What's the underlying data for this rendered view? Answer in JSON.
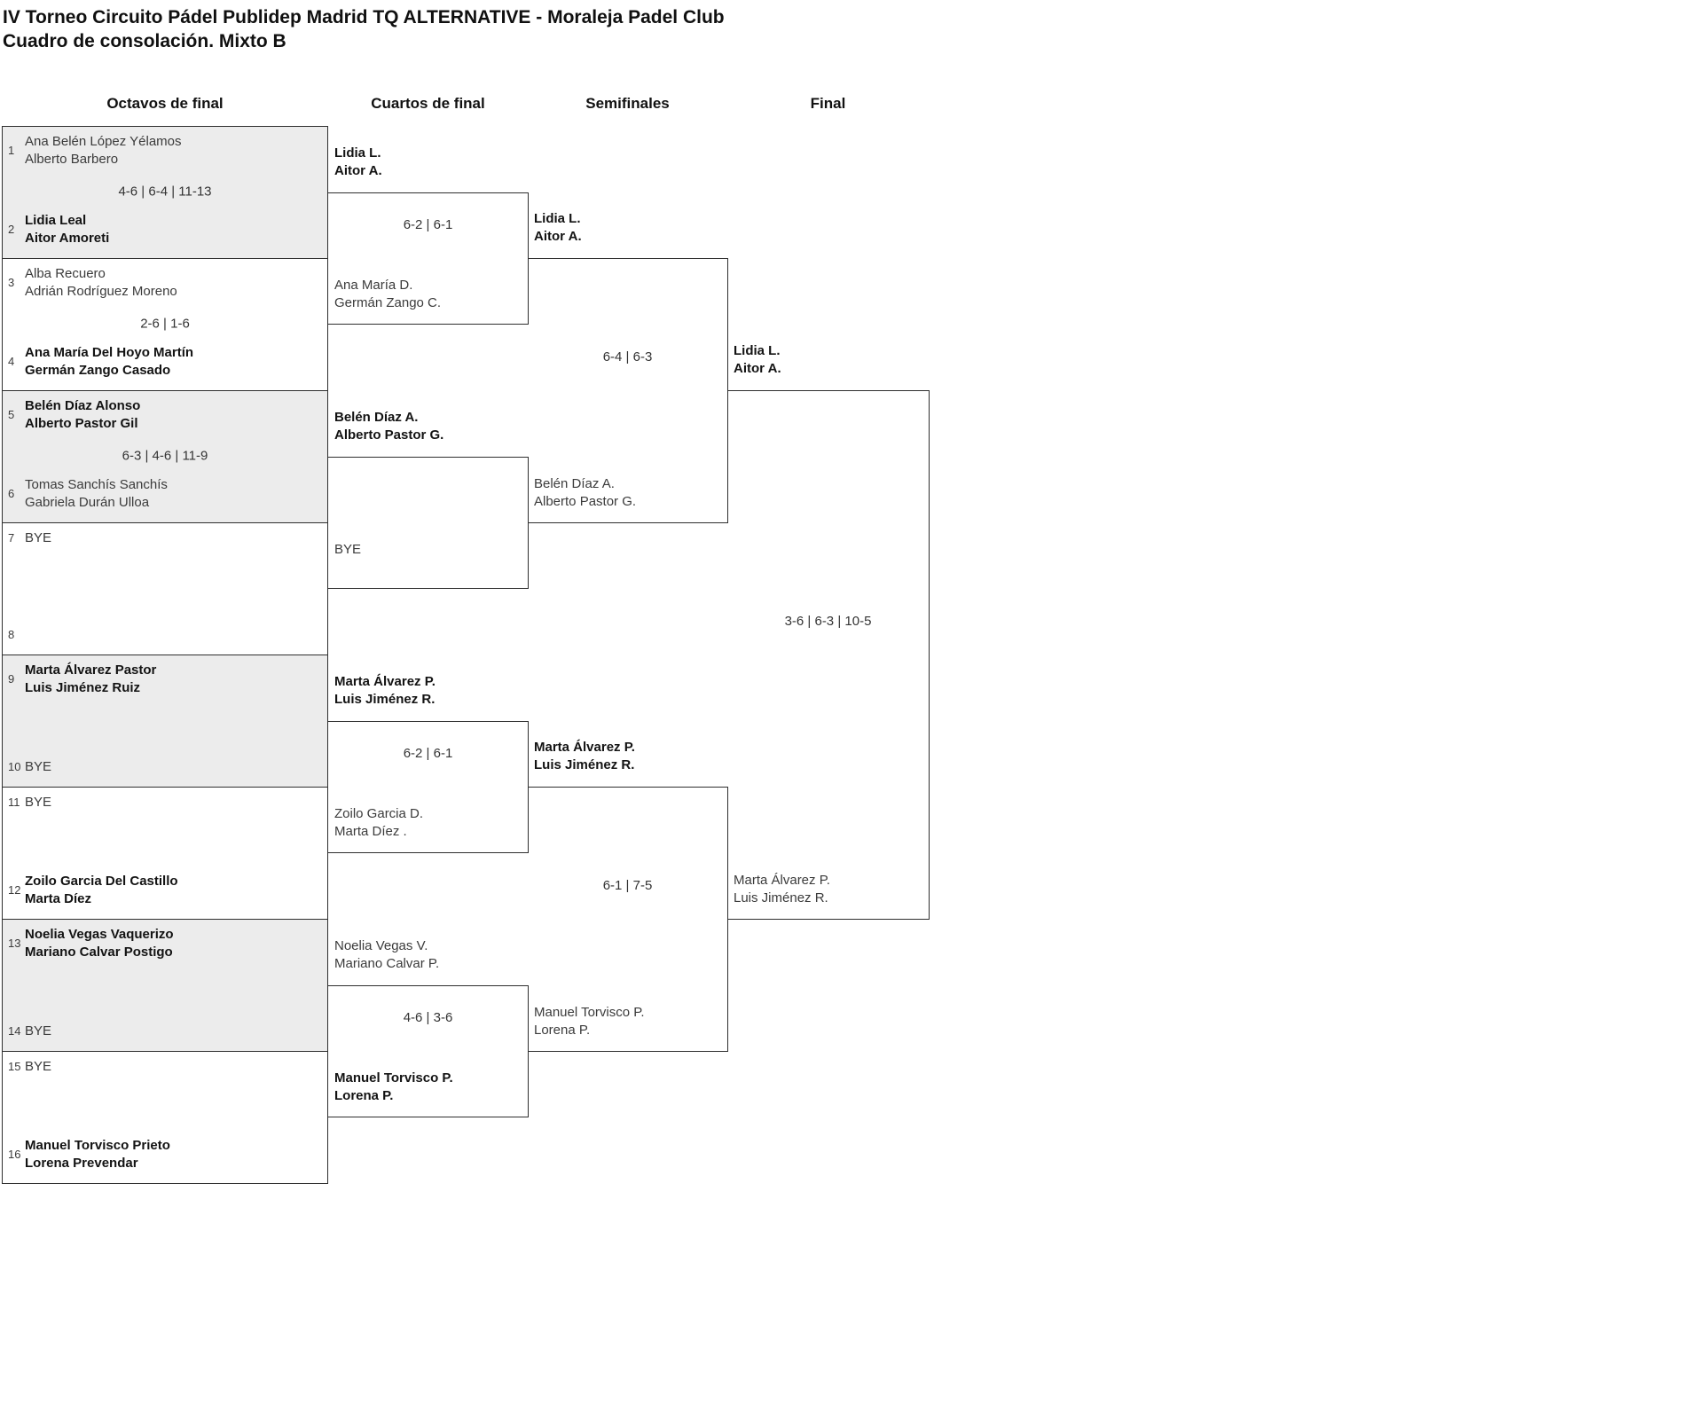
{
  "title": "IV Torneo Circuito Pádel Publidep Madrid TQ ALTERNATIVE - Moraleja Padel Club",
  "subtitle": "Cuadro de consolación. Mixto B",
  "rounds": [
    "Octavos de final",
    "Cuartos de final",
    "Semifinales",
    "Final"
  ],
  "octavos": [
    {
      "shaded": true,
      "top": {
        "seed": "1",
        "line1": "Ana Belén López Yélamos",
        "line2": "Alberto Barbero",
        "bold": false
      },
      "score": "4-6 | 6-4 | 11-13",
      "bottom": {
        "seed": "2",
        "line1": "Lidia Leal",
        "line2": "Aitor Amoreti",
        "bold": true
      }
    },
    {
      "shaded": false,
      "top": {
        "seed": "3",
        "line1": "Alba Recuero",
        "line2": "Adrián Rodríguez Moreno",
        "bold": false
      },
      "score": "2-6 | 1-6",
      "bottom": {
        "seed": "4",
        "line1": "Ana María Del Hoyo Martín",
        "line2": "Germán Zango Casado",
        "bold": true
      }
    },
    {
      "shaded": true,
      "top": {
        "seed": "5",
        "line1": "Belén Díaz Alonso",
        "line2": "Alberto Pastor Gil",
        "bold": true
      },
      "score": "6-3 | 4-6 | 11-9",
      "bottom": {
        "seed": "6",
        "line1": "Tomas Sanchís Sanchís",
        "line2": "Gabriela Durán Ulloa",
        "bold": false
      }
    },
    {
      "shaded": false,
      "top": {
        "seed": "7",
        "line1": "BYE",
        "line2": "",
        "bold": false
      },
      "score": "",
      "bottom": {
        "seed": "8",
        "line1": "",
        "line2": "",
        "bold": false
      }
    },
    {
      "shaded": true,
      "top": {
        "seed": "9",
        "line1": "Marta Álvarez Pastor",
        "line2": "Luis Jiménez Ruiz",
        "bold": true
      },
      "score": "",
      "bottom": {
        "seed": "10",
        "line1": "BYE",
        "line2": "",
        "bold": false
      }
    },
    {
      "shaded": false,
      "top": {
        "seed": "11",
        "line1": "BYE",
        "line2": "",
        "bold": false
      },
      "score": "",
      "bottom": {
        "seed": "12",
        "line1": "Zoilo Garcia Del Castillo",
        "line2": "Marta Díez",
        "bold": true
      }
    },
    {
      "shaded": true,
      "top": {
        "seed": "13",
        "line1": "Noelia Vegas Vaquerizo",
        "line2": "Mariano Calvar Postigo",
        "bold": true
      },
      "score": "",
      "bottom": {
        "seed": "14",
        "line1": "BYE",
        "line2": "",
        "bold": false
      }
    },
    {
      "shaded": false,
      "top": {
        "seed": "15",
        "line1": "BYE",
        "line2": "",
        "bold": false
      },
      "score": "",
      "bottom": {
        "seed": "16",
        "line1": "Manuel Torvisco Prieto",
        "line2": "Lorena Prevendar",
        "bold": true
      }
    }
  ],
  "cuartos": [
    {
      "top": {
        "line1": "Lidia L.",
        "line2": "Aitor A.",
        "bold": true
      },
      "score": "6-2 | 6-1",
      "bottom": {
        "line1": "Ana María D.",
        "line2": "Germán Zango C.",
        "bold": false
      }
    },
    {
      "top": {
        "line1": "Belén Díaz A.",
        "line2": "Alberto Pastor G.",
        "bold": true
      },
      "score": "",
      "bottom": {
        "line1": "BYE",
        "line2": "",
        "bold": false
      }
    },
    {
      "top": {
        "line1": "Marta Álvarez P.",
        "line2": "Luis Jiménez R.",
        "bold": true
      },
      "score": "6-2 | 6-1",
      "bottom": {
        "line1": "Zoilo Garcia D.",
        "line2": "Marta Díez .",
        "bold": false
      }
    },
    {
      "top": {
        "line1": "Noelia Vegas V.",
        "line2": "Mariano Calvar P.",
        "bold": false
      },
      "score": "4-6 | 3-6",
      "bottom": {
        "line1": "Manuel Torvisco P.",
        "line2": "Lorena P.",
        "bold": true
      }
    }
  ],
  "semifinales": [
    {
      "top": {
        "line1": "Lidia L.",
        "line2": "Aitor A.",
        "bold": true
      },
      "score": "6-4 | 6-3",
      "bottom": {
        "line1": "Belén Díaz A.",
        "line2": "Alberto Pastor G.",
        "bold": false
      }
    },
    {
      "top": {
        "line1": "Marta Álvarez P.",
        "line2": "Luis Jiménez R.",
        "bold": true
      },
      "score": "6-1 | 7-5",
      "bottom": {
        "line1": "Manuel Torvisco P.",
        "line2": "Lorena P.",
        "bold": false
      }
    }
  ],
  "final_match": {
    "top": {
      "line1": "Lidia L.",
      "line2": "Aitor A.",
      "bold": true
    },
    "score": "3-6 | 6-3 | 10-5",
    "bottom": {
      "line1": "Marta Álvarez P.",
      "line2": "Luis Jiménez R.",
      "bold": false
    }
  }
}
